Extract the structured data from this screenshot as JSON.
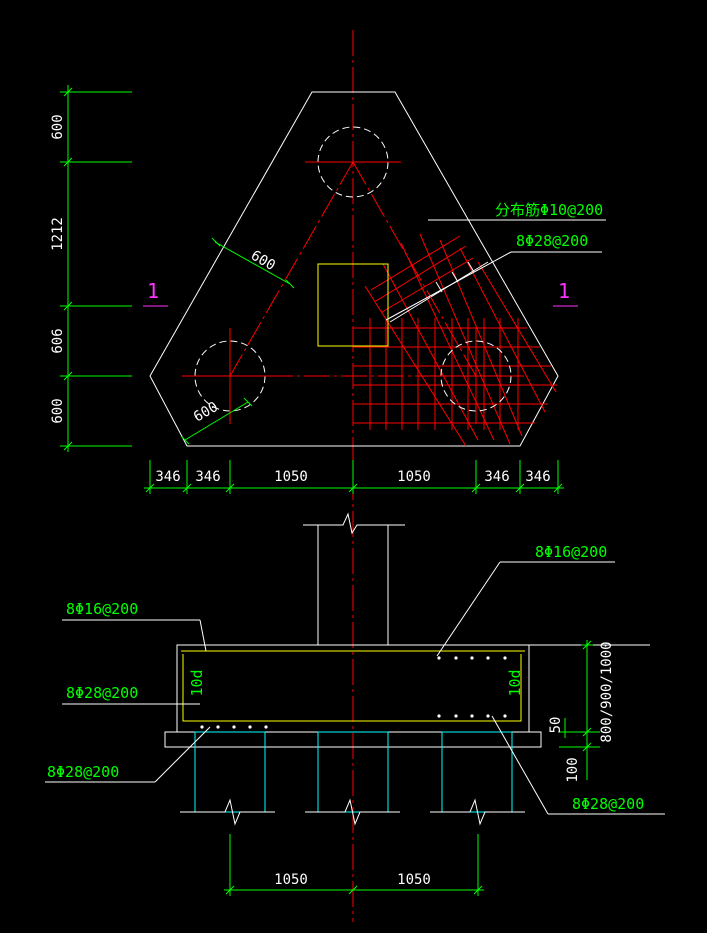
{
  "colors": {
    "background": "#000000",
    "outline": "#ffffff",
    "dimension": "#00ff00",
    "centerline": "#ff0000",
    "rebar": "#ff0000",
    "column": "#ffff00",
    "pile": "#00ffff",
    "section_mark": "#ff33ff"
  },
  "plan": {
    "dims_left": [
      "600",
      "1212",
      "606",
      "600"
    ],
    "dims_bottom": [
      "346",
      "346",
      "1050",
      "1050",
      "346",
      "346"
    ],
    "pile_offset_upper": "600",
    "pile_offset_lower": "600",
    "section_mark_left": "1",
    "section_mark_right": "1",
    "callout_distribution": "分布筋Φ10@200",
    "callout_main": "8Φ28@200"
  },
  "section": {
    "callout_top_right": "8Φ16@200",
    "callout_top_left": "8Φ16@200",
    "callout_mid_left": "8Φ28@200",
    "callout_bottom_left": "8Φ28@200",
    "callout_bottom_right": "8Φ28@200",
    "anchor_left": "10d",
    "anchor_right": "10d",
    "depth_label": "800/900/1000",
    "cover_label": "50",
    "cushion_label": "100",
    "dims_bottom": [
      "1050",
      "1050"
    ]
  }
}
